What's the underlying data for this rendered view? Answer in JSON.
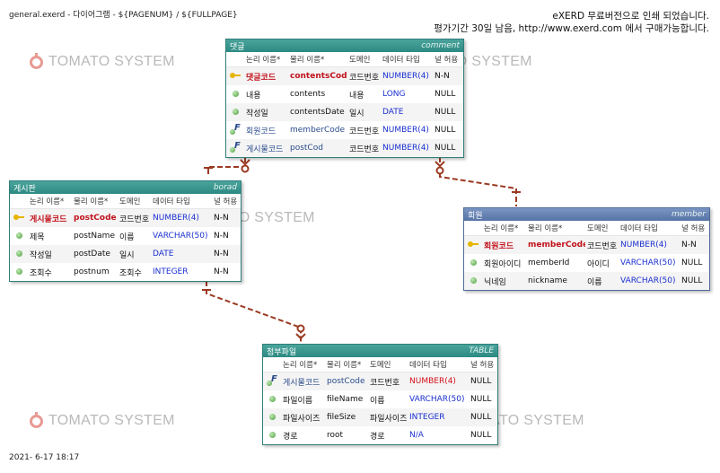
{
  "header": {
    "left": "general.exerd - 다이어그램 - ${PAGENUM} / ${FULLPAGE}",
    "right1": "eXERD 무료버전으로 인쇄 되었습니다.",
    "right2": "평가기간 30일 남음, http://www.exerd.com 에서 구매가능합니다."
  },
  "footer": "2021- 6-17 18:17",
  "watermark": "TOMATO SYSTEM",
  "columns": {
    "logical": "논리 이름*",
    "physical": "물리 이름*",
    "domain": "도메인",
    "type": "데이터 타입",
    "null": "널 허용"
  },
  "entities": {
    "comment": {
      "logical": "댓글",
      "physical": "comment",
      "rows": [
        {
          "key": "pk",
          "l": "댓글코드",
          "p": "contentsCode",
          "d": "코드번호",
          "t": "NUMBER(4)",
          "n": "N-N"
        },
        {
          "key": "",
          "l": "내용",
          "p": "contents",
          "d": "내용",
          "t": "LONG",
          "n": "NULL"
        },
        {
          "key": "",
          "l": "작성일",
          "p": "contentsDate",
          "d": "일시",
          "t": "DATE",
          "n": "NULL"
        },
        {
          "key": "fk",
          "l": "회원코드",
          "p": "memberCode",
          "d": "코드번호",
          "t": "NUMBER(4)",
          "n": "NULL"
        },
        {
          "key": "fk",
          "l": "게시물코드",
          "p": "postCod",
          "d": "코드번호",
          "t": "NUMBER(4)",
          "n": "NULL"
        }
      ]
    },
    "borad": {
      "logical": "게시판",
      "physical": "borad",
      "rows": [
        {
          "key": "pk",
          "l": "게시물코드",
          "p": "postCode",
          "d": "코드번호",
          "t": "NUMBER(4)",
          "n": "N-N"
        },
        {
          "key": "",
          "l": "제목",
          "p": "postName",
          "d": "이름",
          "t": "VARCHAR(50)",
          "n": "N-N"
        },
        {
          "key": "",
          "l": "작성일",
          "p": "postDate",
          "d": "일시",
          "t": "DATE",
          "n": "N-N"
        },
        {
          "key": "",
          "l": "조회수",
          "p": "postnum",
          "d": "조회수",
          "t": "INTEGER",
          "n": "N-N"
        }
      ]
    },
    "member": {
      "logical": "회원",
      "physical": "member",
      "rows": [
        {
          "key": "pk",
          "l": "회원코드",
          "p": "memberCode",
          "d": "코드번호",
          "t": "NUMBER(4)",
          "n": "N-N"
        },
        {
          "key": "",
          "l": "회원아이디",
          "p": "memberId",
          "d": "아이디",
          "t": "VARCHAR(50)",
          "n": "NULL"
        },
        {
          "key": "",
          "l": "닉네임",
          "p": "nickname",
          "d": "이름",
          "t": "VARCHAR(50)",
          "n": "NULL"
        }
      ]
    },
    "table": {
      "logical": "첨부파일",
      "physical": "TABLE",
      "rows": [
        {
          "key": "fk",
          "l": "게시물코드",
          "p": "postCode",
          "d": "코드번호",
          "t": "NUMBER(4)",
          "n": "NULL",
          "tc": "red"
        },
        {
          "key": "",
          "l": "파일이름",
          "p": "fileName",
          "d": "이름",
          "t": "VARCHAR(50)",
          "n": "NULL"
        },
        {
          "key": "",
          "l": "파일사이즈",
          "p": "fileSize",
          "d": "파일사이즈",
          "t": "INTEGER",
          "n": "NULL"
        },
        {
          "key": "",
          "l": "경로",
          "p": "root",
          "d": "경로",
          "t": "N/A",
          "n": "NULL"
        }
      ]
    }
  },
  "relation_color": "#9b3a22"
}
